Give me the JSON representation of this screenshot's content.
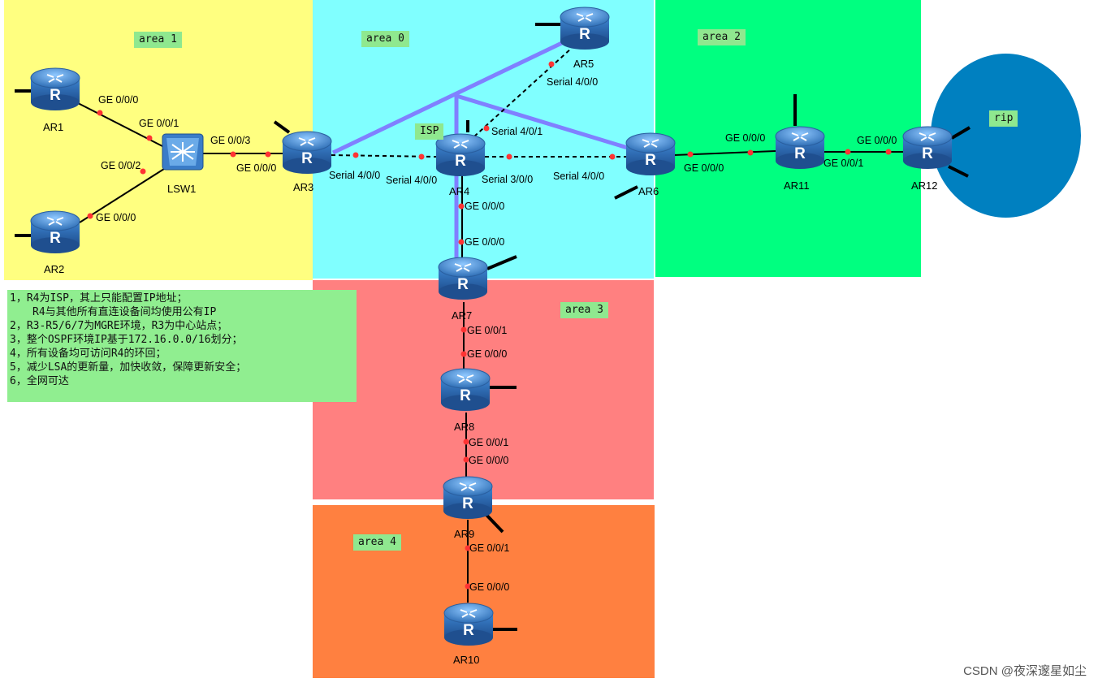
{
  "areas": {
    "area1": "area 1",
    "area0": "area 0",
    "area2": "area 2",
    "area3": "area 3",
    "area4": "area 4",
    "isp": "ISP",
    "rip": "rip"
  },
  "colors": {
    "area1": "#ffff80",
    "area0": "#80ffff",
    "area2": "#00ff80",
    "area3": "#ff8080",
    "area4": "#ff8040",
    "rip": "#0080c0",
    "tag": "#8fe88f",
    "notes": "#90ee90",
    "mgre_link": "#8080ff",
    "port_dot": "#ff3333"
  },
  "devices": {
    "ar1": "AR1",
    "ar2": "AR2",
    "lsw1": "LSW1",
    "ar3": "AR3",
    "ar4": "AR4",
    "ar5": "AR5",
    "ar6": "AR6",
    "ar7": "AR7",
    "ar8": "AR8",
    "ar9": "AR9",
    "ar10": "AR10",
    "ar11": "AR11",
    "ar12": "AR12"
  },
  "ports": {
    "ar1_ge000": "GE 0/0/0",
    "lsw_ge001": "GE 0/0/1",
    "lsw_ge002": "GE 0/0/2",
    "ar2_ge000": "GE 0/0/0",
    "lsw_ge003": "GE 0/0/3",
    "ar3_ge000": "GE 0/0/0",
    "ar3_s400": "Serial 4/0/0",
    "ar4_s400": "Serial 4/0/0",
    "ar4_s401": "Serial 4/0/1",
    "ar5_s400": "Serial 4/0/0",
    "ar4_s300": "Serial 3/0/0",
    "ar6_s400": "Serial 4/0/0",
    "ar4_ge000": "GE 0/0/0",
    "ar7_ge000": "GE 0/0/0",
    "ar6_ge000": "GE 0/0/0",
    "ar11_ge000": "GE 0/0/0",
    "ar11_ge001": "GE 0/0/1",
    "ar12_ge000": "GE 0/0/0",
    "ar7_ge001": "GE 0/0/1",
    "ar8_ge000": "GE 0/0/0",
    "ar8_ge001": "GE 0/0/1",
    "ar9_ge000": "GE 0/0/0",
    "ar9_ge001": "GE 0/0/1",
    "ar10_ge000": "GE 0/0/0"
  },
  "notes": {
    "line1": "1，R4为ISP，其上只能配置IP地址；",
    "line1b": "R4与其他所有直连设备间均使用公有IP",
    "line2": "2，R3-R5/6/7为MGRE环境，R3为中心站点；",
    "line3": "3，整个OSPF环境IP基于172.16.0.0/16划分；",
    "line4": "4，所有设备均可访问R4的环回；",
    "line5": "5，减少LSA的更新量，加快收敛，保障更新安全；",
    "line6": "6，全网可达"
  },
  "watermark": "CSDN @夜深邃星如尘"
}
